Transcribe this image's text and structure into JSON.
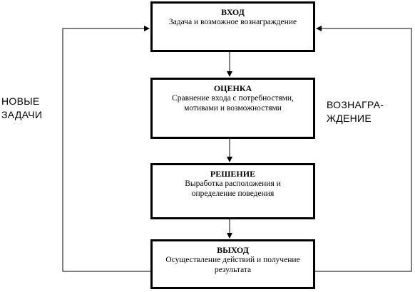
{
  "nodes": {
    "input": {
      "title": "ВХОД",
      "text": "Задача и возможное вознаграждение"
    },
    "eval": {
      "title": "ОЦЕНКА",
      "line1": "Сравнение входа с потребностями,",
      "line2": "мотивами и возможностями"
    },
    "decision": {
      "title": "РЕШЕНИЕ",
      "line1": "Выработка расположения и",
      "line2": "определение поведения"
    },
    "output": {
      "title": "ВЫХОД",
      "line1": "Осуществление действий и получение",
      "line2": "результата"
    }
  },
  "labels": {
    "left_line1": "НОВЫЕ",
    "left_line2": "ЗАДАЧИ",
    "right_line1": "ВОЗНАГРА-",
    "right_line2": "ЖДЕНИЕ"
  },
  "colors": {
    "line": "#000000",
    "background": "#ffffff"
  }
}
